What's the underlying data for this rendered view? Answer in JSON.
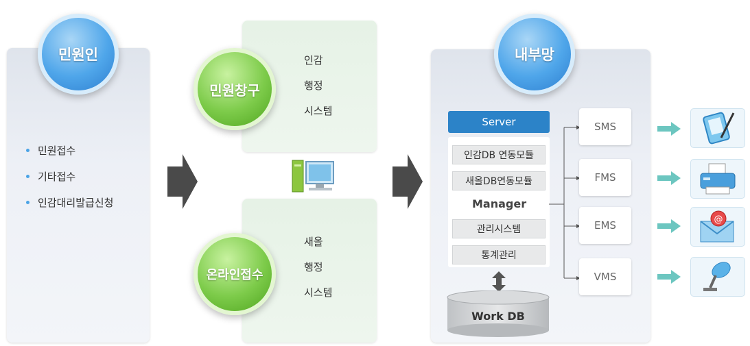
{
  "left_panel": {
    "title": "민원인",
    "items": [
      "민원접수",
      "기타접수",
      "인감대리발급신청"
    ]
  },
  "middle": {
    "top": {
      "bubble": "민원창구",
      "lines": [
        "인감",
        "행정",
        "시스템"
      ]
    },
    "bottom": {
      "bubble": "온라인접수",
      "lines": [
        "새올",
        "행정",
        "시스템"
      ]
    }
  },
  "internal": {
    "title": "내부망",
    "server": {
      "header": "Server",
      "modules": [
        "인감DB 연동모듈",
        "새올DB연동모듈"
      ],
      "manager": "Manager",
      "modules2": [
        "관리시스템",
        "통계관리"
      ]
    },
    "db": "Work DB",
    "systems": [
      "SMS",
      "FMS",
      "EMS",
      "VMS"
    ]
  },
  "icons": [
    "phone-pen-icon",
    "printer-icon",
    "email-icon",
    "microphone-icon"
  ],
  "colors": {
    "blue_bubble": "#4fa6ea",
    "green_bubble": "#7dcb4a",
    "server_header": "#2c83c8",
    "arrow": "#555555",
    "small_arrow": "#6cc6c0"
  }
}
